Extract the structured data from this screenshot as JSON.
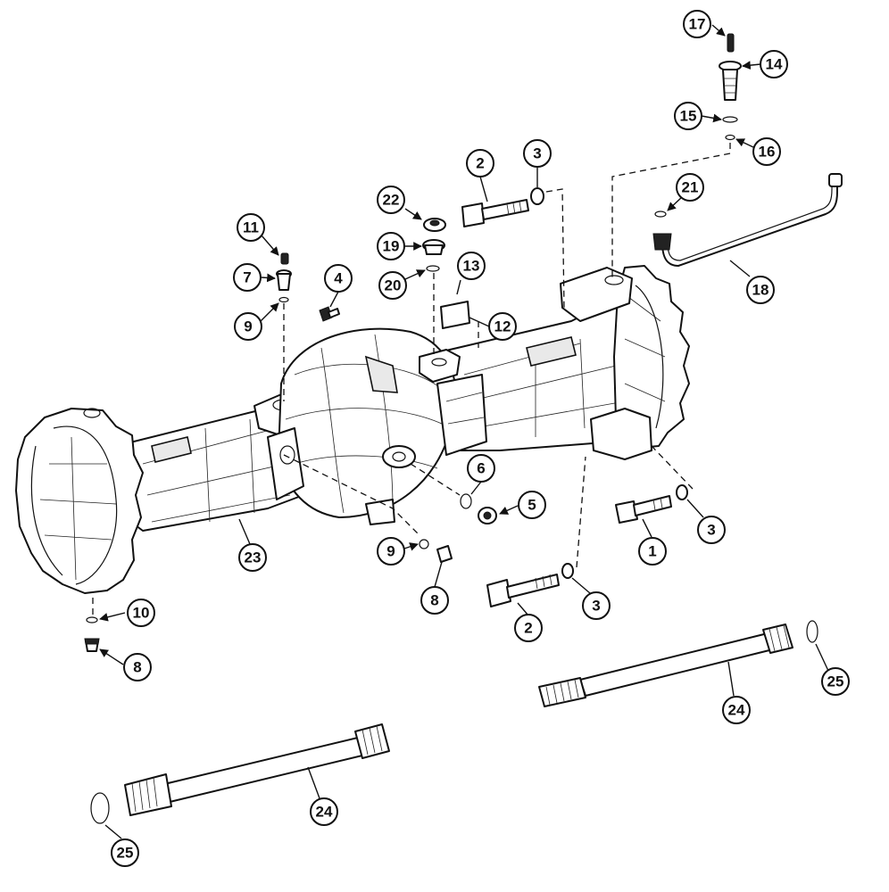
{
  "callouts": {
    "c1": "1",
    "c2a": "2",
    "c2b": "2",
    "c3a": "3",
    "c3b": "3",
    "c3c": "3",
    "c4": "4",
    "c5": "5",
    "c6": "6",
    "c7": "7",
    "c8a": "8",
    "c8b": "8",
    "c9a": "9",
    "c9b": "9",
    "c10": "10",
    "c11": "11",
    "c12": "12",
    "c13": "13",
    "c14": "14",
    "c15": "15",
    "c16": "16",
    "c17": "17",
    "c18": "18",
    "c19": "19",
    "c20": "20",
    "c21": "21",
    "c22": "22",
    "c23": "23",
    "c24a": "24",
    "c24b": "24",
    "c25a": "25",
    "c25b": "25"
  }
}
